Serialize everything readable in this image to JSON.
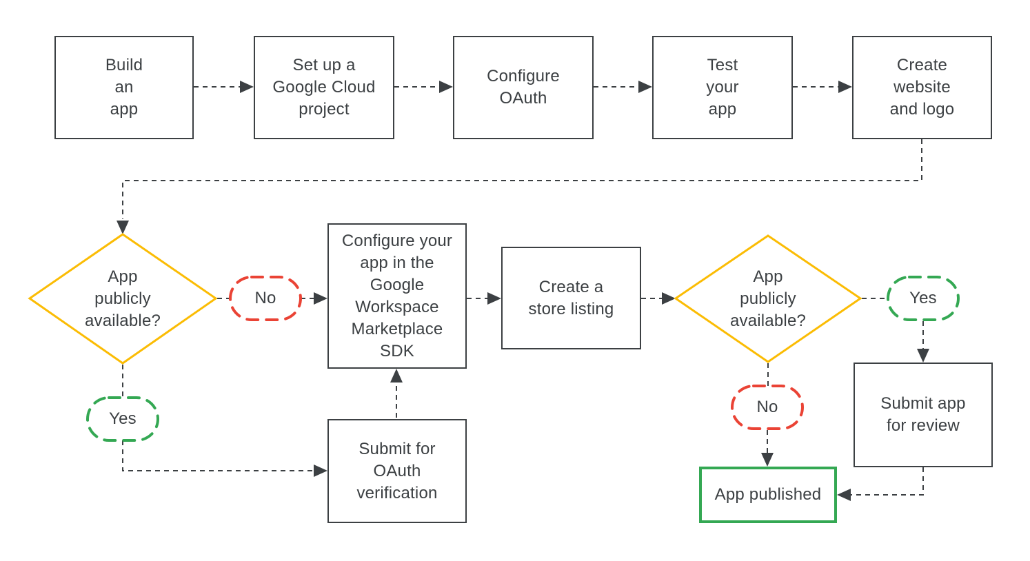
{
  "diagram": {
    "type": "flowchart",
    "colors": {
      "outline": "#3c4043",
      "text": "#3c4043",
      "connector": "#3c4043",
      "decision_yellow": "#fbbc04",
      "yes_green": "#34a853",
      "no_red": "#ea4335",
      "published_green": "#34a853",
      "background": "#ffffff"
    },
    "process_nodes": {
      "build_app": {
        "label": "Build\nan\napp"
      },
      "cloud_project": {
        "label": "Set up a\nGoogle Cloud\nproject"
      },
      "configure_oauth": {
        "label": "Configure\nOAuth"
      },
      "test_app": {
        "label": "Test\nyour\napp"
      },
      "website_logo": {
        "label": "Create\nwebsite\nand logo"
      },
      "marketplace_sdk": {
        "label": "Configure your\napp in the\nGoogle\nWorkspace\nMarketplace\nSDK"
      },
      "store_listing": {
        "label": "Create a\nstore listing"
      },
      "submit_oauth": {
        "label": "Submit for\nOAuth\nverification"
      },
      "submit_review": {
        "label": "Submit app\nfor review"
      },
      "app_published": {
        "label": "App published"
      }
    },
    "decision_nodes": {
      "availability_left": {
        "label": "App\npublicly\navailable?"
      },
      "availability_right": {
        "label": "App\npublicly\navailable?"
      }
    },
    "branch_labels": {
      "no_left": "No",
      "yes_left": "Yes",
      "yes_right": "Yes",
      "no_right": "No"
    }
  }
}
